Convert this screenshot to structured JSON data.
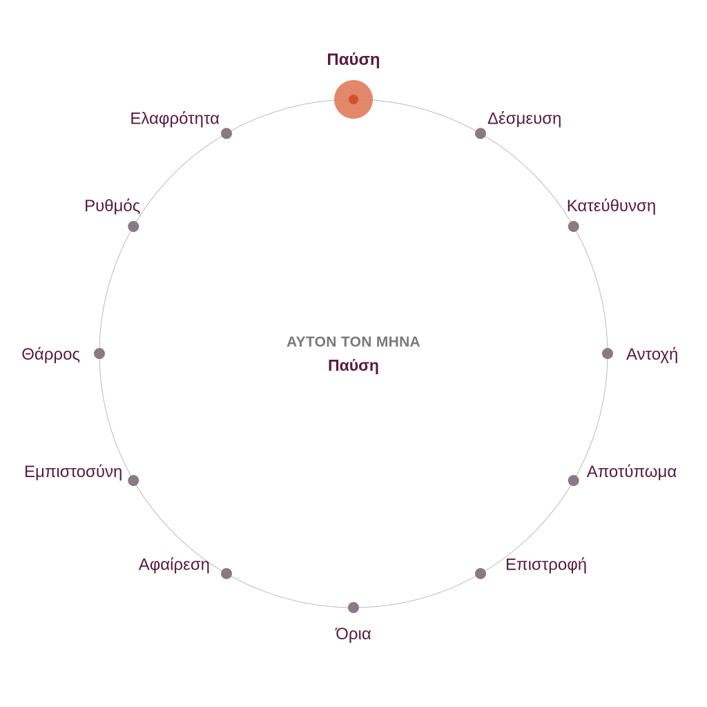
{
  "center": {
    "caption": "ΑΥΤΟΝ ΤΟΝ ΜΗΝΑ",
    "current": "Παύση"
  },
  "nodes": [
    {
      "label": "Παύση",
      "active": true
    },
    {
      "label": "Δέσμευση",
      "active": false
    },
    {
      "label": "Κατεύθυνση",
      "active": false
    },
    {
      "label": "Αντοχή",
      "active": false
    },
    {
      "label": "Αποτύπωμα",
      "active": false
    },
    {
      "label": "Επιστροφή",
      "active": false
    },
    {
      "label": "Όρια",
      "active": false
    },
    {
      "label": "Αφαίρεση",
      "active": false
    },
    {
      "label": "Εμπιστοσύνη",
      "active": false
    },
    {
      "label": "Θάρρος",
      "active": false
    },
    {
      "label": "Ρυθμός",
      "active": false
    },
    {
      "label": "Ελαφρότητα",
      "active": false
    }
  ],
  "colors": {
    "label": "#5a1a3c",
    "caption": "#7a7a7a",
    "ring": "#b9b9b9",
    "dot": "#8a7a86",
    "active_halo": "#e07858",
    "active_dot": "#d2502a"
  }
}
